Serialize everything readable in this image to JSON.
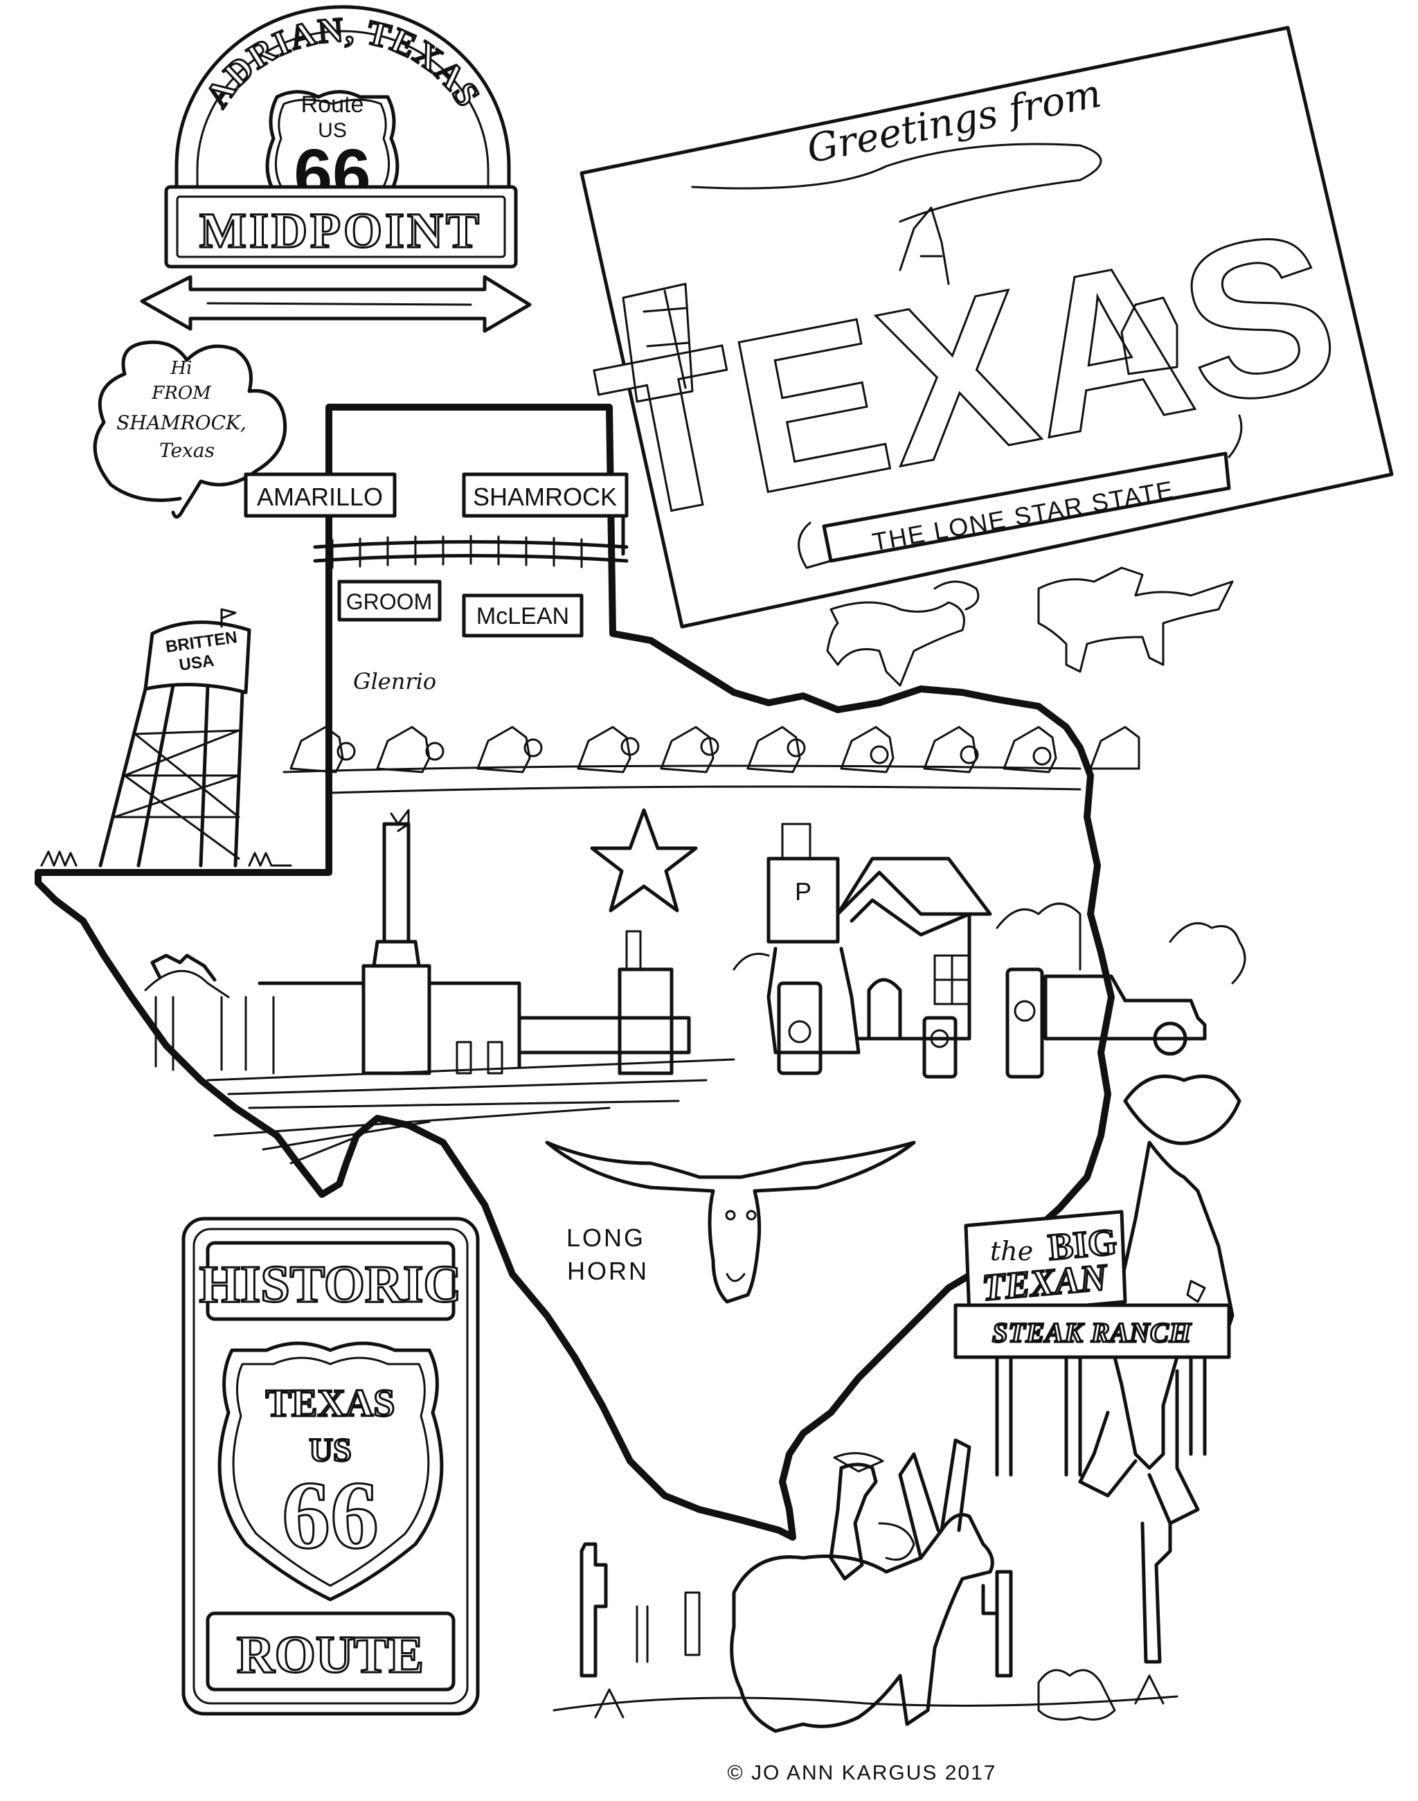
{
  "midpoint_sign": {
    "arc_text": "ADRIAN, TEXAS",
    "shield_route": "Route",
    "shield_us": "US",
    "shield_number": "66",
    "banner": "MIDPOINT"
  },
  "shamrock_note": {
    "line1": "Hi",
    "line2": "FROM",
    "line3": "SHAMROCK,",
    "line4": "Texas"
  },
  "town_signs": {
    "amarillo": "AMARILLO",
    "shamrock": "SHAMROCK",
    "groom": "GROOM",
    "mclean": "McLEAN",
    "glenrio": "Glenrio"
  },
  "water_tower": {
    "line1": "BRITTEN",
    "line2": "USA"
  },
  "postcard": {
    "greeting": "Greetings from",
    "big_word": "TEXAS",
    "banner": "THE LONE STAR STATE"
  },
  "longhorn_label": {
    "line1": "LONG",
    "line2": "HORN"
  },
  "historic_sign": {
    "top": "HISTORIC",
    "shield_state": "TEXAS",
    "shield_us": "US",
    "shield_number": "66",
    "bottom": "ROUTE"
  },
  "big_texan": {
    "the": "the",
    "big": "BIG",
    "texan": "TEXAN",
    "steak_ranch": "STEAK RANCH"
  },
  "gas_station": {
    "pump_letter": "P"
  },
  "credit": "© JO ANN KARGUS 2017"
}
